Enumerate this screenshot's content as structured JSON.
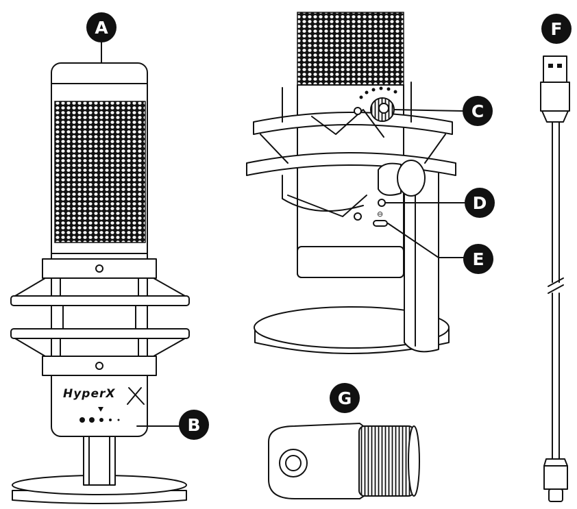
{
  "callouts": {
    "a": "A",
    "b": "B",
    "c": "C",
    "d": "D",
    "e": "E",
    "f": "F",
    "g": "G"
  },
  "brand_logo": "HyperX",
  "colors": {
    "outline": "#111111",
    "callout_fill": "#111111",
    "callout_text": "#ffffff",
    "background": "#ffffff"
  }
}
